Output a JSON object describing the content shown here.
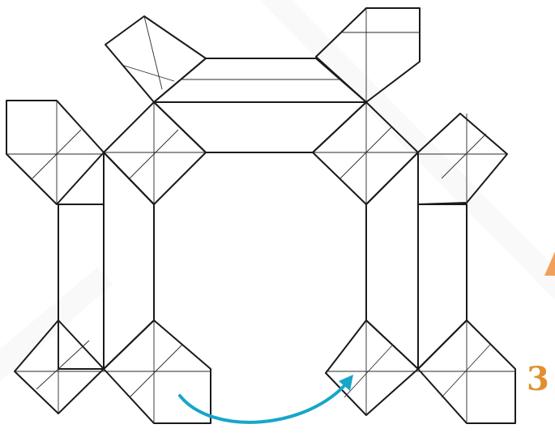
{
  "diagram": {
    "step_number": "3",
    "colors": {
      "top_module": "#f2ab9d",
      "left_module": "#f1a8de",
      "right_module": "#d3a6f4",
      "arrow": "#17a6c8",
      "step_number": "#e1902e",
      "orange_marker": "#f0a05a"
    },
    "units": [
      {
        "id": "top",
        "color": "top_module"
      },
      {
        "id": "left",
        "color": "left_module"
      },
      {
        "id": "right",
        "color": "right_module"
      }
    ],
    "arrow": {
      "direction": "left-to-right",
      "icon": "curved-arrow"
    }
  }
}
